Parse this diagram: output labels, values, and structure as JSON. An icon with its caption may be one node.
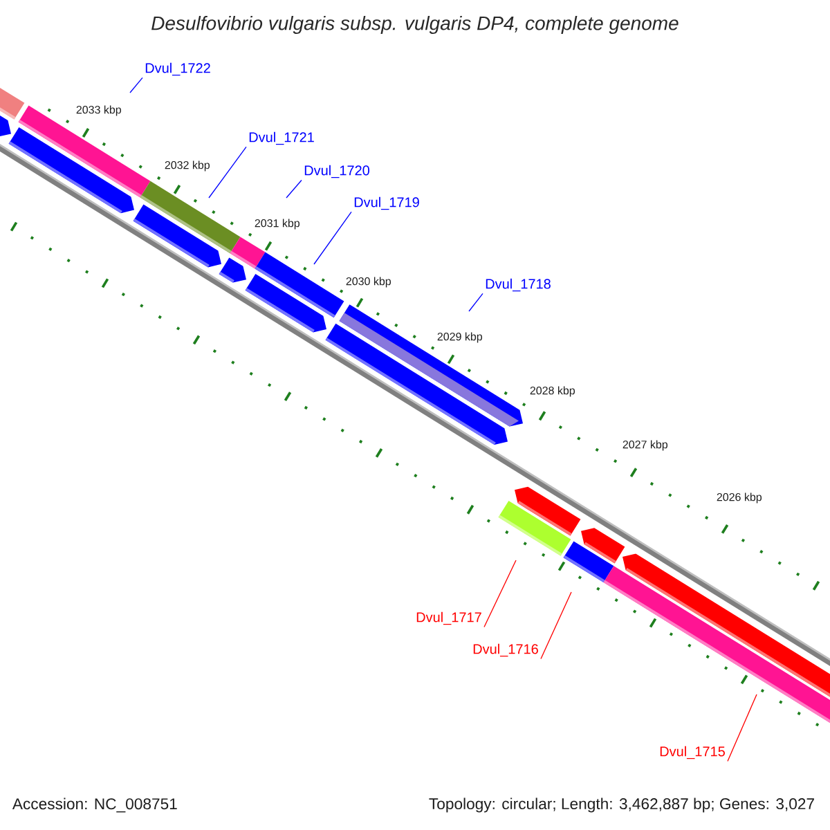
{
  "diagram": {
    "title": "Desulfovibrio vulgaris subsp. vulgaris DP4, complete genome",
    "nodes": [
      {
        "text": [
          "Dvul_1722"
        ]
      },
      {
        "text": [
          "Dvul_1721"
        ]
      },
      {
        "text": [
          "Dvul_1720"
        ]
      },
      {
        "text": [
          "Dvul_1719"
        ]
      },
      {
        "text": [
          "Dvul_1718"
        ]
      },
      {
        "text": [
          "Dvul_1717"
        ]
      },
      {
        "text": [
          "Dvul_1716"
        ]
      },
      {
        "text": [
          "Dvul_1715"
        ]
      }
    ],
    "edges": [
      {
        "from": 0,
        "to": null,
        "arrow": "none"
      },
      {
        "from": 1,
        "to": null,
        "arrow": "none"
      },
      {
        "from": 2,
        "to": null,
        "arrow": "none"
      },
      {
        "from": 3,
        "to": null,
        "arrow": "none"
      },
      {
        "from": 4,
        "to": null,
        "arrow": "none"
      },
      {
        "from": 5,
        "to": null,
        "arrow": "none",
        "color": "#ff0000"
      },
      {
        "from": 6,
        "to": null,
        "arrow": "none",
        "color": "#ff0000"
      },
      {
        "from": 7,
        "to": null,
        "arrow": "none",
        "color": "#ff0000"
      }
    ],
    "labels": [
      "2033 kbp",
      "2032 kbp",
      "2031 kbp",
      "2030 kbp",
      "2029 kbp",
      "2028 kbp",
      "2027 kbp",
      "2026 kbp",
      "Accession: NC_008751",
      "Topology: circular; Length: 3,462,887 bp; Genes: 3,027"
    ]
  }
}
